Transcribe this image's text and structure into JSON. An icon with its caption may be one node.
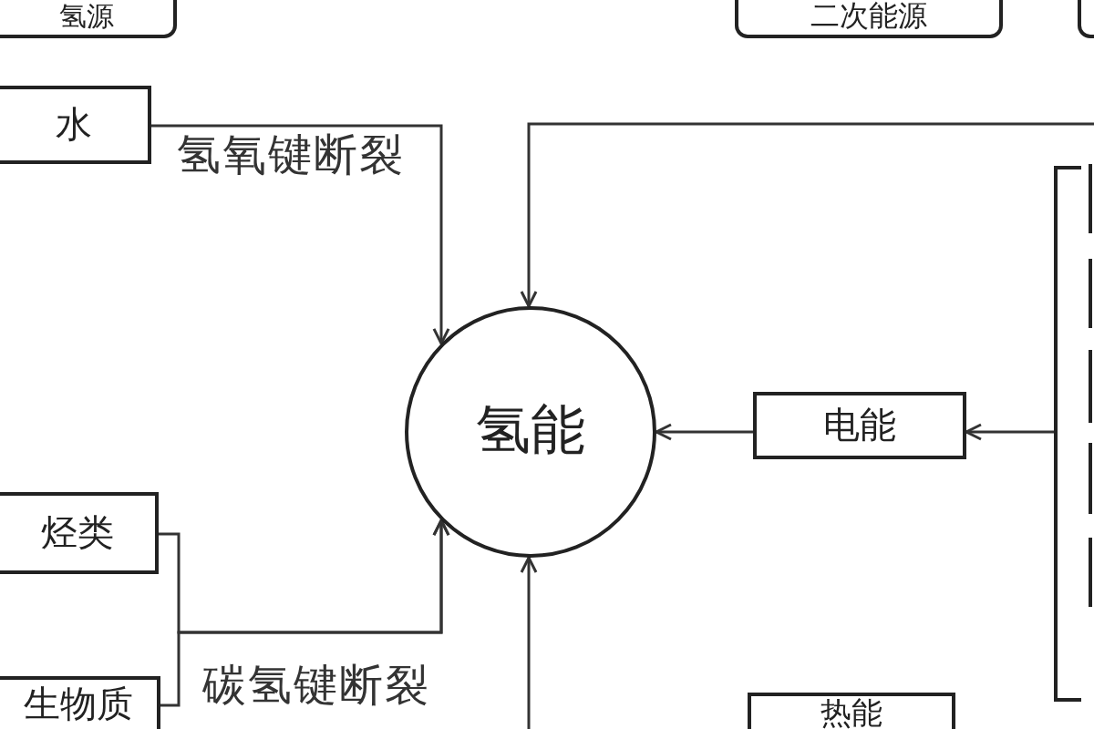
{
  "diagram": {
    "nodes": [
      {
        "text": [
          "氢源"
        ]
      },
      {
        "text": [
          "二次能源"
        ]
      },
      {
        "text": [],
        "shape": "box"
      },
      {
        "text": [
          "水"
        ]
      },
      {
        "text": [
          "氢能"
        ]
      },
      {
        "text": [
          "电能"
        ]
      },
      {
        "text": [],
        "shape": "bracket"
      },
      {
        "text": [],
        "shape": "box"
      },
      {
        "text": [],
        "shape": "box"
      },
      {
        "text": [],
        "shape": "box"
      },
      {
        "text": [],
        "shape": "box"
      },
      {
        "text": [],
        "shape": "box"
      },
      {
        "text": [
          "烃类"
        ]
      },
      {
        "text": [
          "生物质"
        ]
      },
      {
        "text": [
          "热能"
        ]
      }
    ],
    "edges": [
      {
        "from": 3,
        "to": 4,
        "arrow": "to",
        "label": "氢氧键断裂"
      },
      {
        "from": 12,
        "to": 4,
        "arrow": "to",
        "label": "碳氢键断裂"
      },
      {
        "from": 13,
        "to": 4,
        "arrow": "to"
      },
      {
        "from": null,
        "to": 4,
        "arrow": "to"
      },
      {
        "from": 6,
        "to": 5,
        "arrow": "to"
      },
      {
        "from": 5,
        "to": 4,
        "arrow": "to"
      },
      {
        "from": null,
        "to": 4,
        "arrow": "to"
      }
    ]
  }
}
